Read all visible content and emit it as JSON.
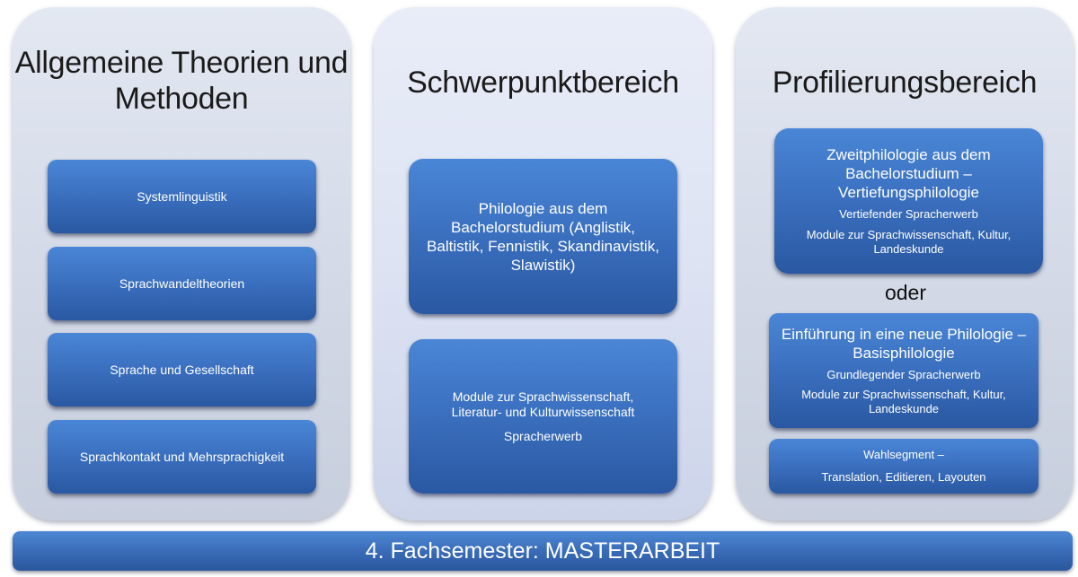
{
  "columns": {
    "left": {
      "title_line1": "Allgemeine Theorien und",
      "title_line2": "Methoden",
      "boxes": [
        "Systemlinguistik",
        "Sprachwandeltheorien",
        "Sprache und Gesellschaft",
        "Sprachkontakt und Mehrsprachigkeit"
      ]
    },
    "middle": {
      "title": "Schwerpunktbereich",
      "box1": {
        "line1": "Philologie aus dem",
        "line2": "Bachelorstudium (Anglistik,",
        "line3": "Baltistik, Fennistik, Skandinavistik,",
        "line4": "Slawistik)"
      },
      "box2": {
        "line1": "Module zur Sprachwissenschaft,",
        "line2": "Literatur- und Kulturwissenschaft",
        "sub": "Spracherwerb"
      }
    },
    "right": {
      "title": "Profilierungsbereich",
      "box1": {
        "line1": "Zweitphilologie aus dem",
        "line2": "Bachelorstudium –",
        "line3": "Vertiefungsphilologie",
        "sub1": "Vertiefender Spracherwerb",
        "sub2_line1": "Module zur Sprachwissenschaft, Kultur,",
        "sub2_line2": "Landeskunde"
      },
      "connector": "oder",
      "box2": {
        "line1": "Einführung in eine neue Philologie –",
        "line2": "Basisphilologie",
        "sub1": "Grundlegender Spracherwerb",
        "sub2_line1": "Module zur Sprachwissenschaft, Kultur,",
        "sub2_line2": "Landeskunde"
      },
      "box3": {
        "line1": "Wahlsegment –",
        "line2": "Translation, Editieren, Layouten"
      }
    }
  },
  "footer": {
    "label": "4. Fachsemester: MASTERARBEIT"
  },
  "colors": {
    "box_blue": "#3a6fbe",
    "panel_grey": "#d5dbe8",
    "panel_light": "#dde3f3"
  }
}
